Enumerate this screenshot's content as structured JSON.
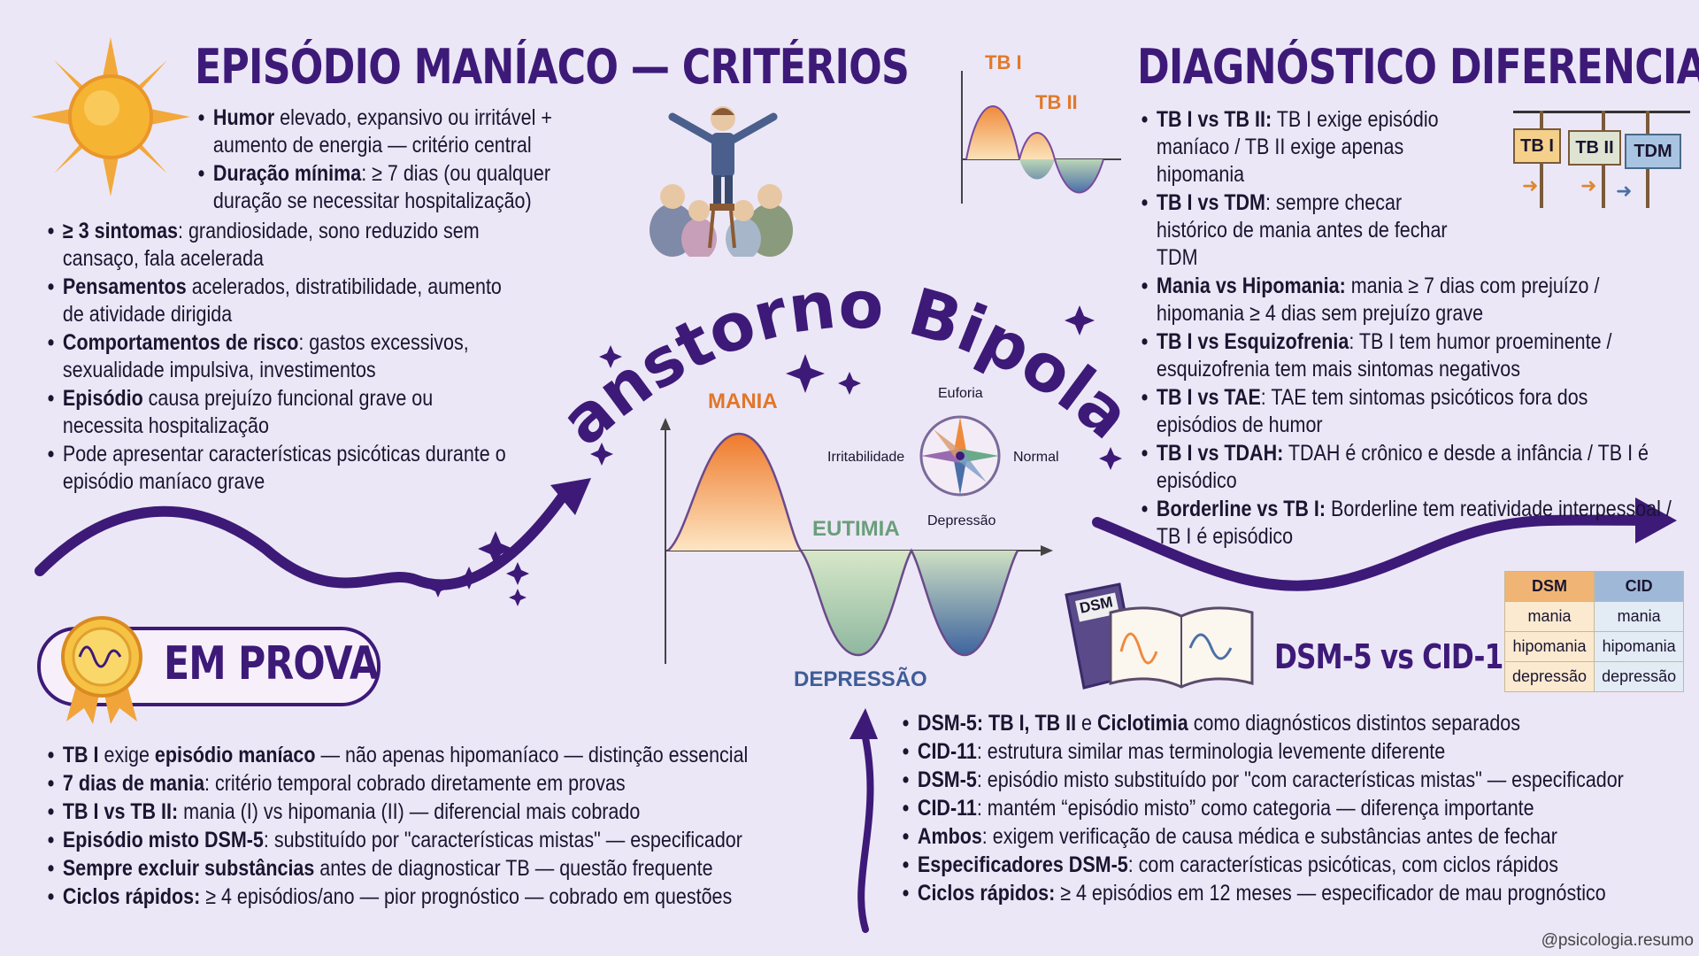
{
  "mania_section": {
    "title": "EPISÓDIO MANÍACO — CRITÉRIOS",
    "items": [
      {
        "bold": "Humor",
        "text": " elevado, expansivo ou irritável + aumento de energia — critério central"
      },
      {
        "bold": "Duração mínima",
        "text": ": ≥ 7 dias (ou qualquer duração se necessitar hospitalização)"
      },
      {
        "bold": "≥ 3 sintomas",
        "text": ": grandiosidade, sono reduzido sem cansaço, fala acelerada"
      },
      {
        "bold": "Pensamentos",
        "text": " acelerados, distratibilidade, aumento de atividade dirigida"
      },
      {
        "bold": "Comportamentos de risco",
        "text": ": gastos excessivos, sexualidade impulsiva, investimentos"
      },
      {
        "bold": "Episódio",
        "text": " causa prejuízo funcional grave ou necessita hospitalização"
      },
      {
        "bold": "",
        "text": "Pode apresentar características psicóticas durante o episódio maníaco grave"
      }
    ]
  },
  "diff_section": {
    "title": "DIAGNÓSTICO DIFERENCIAL",
    "items": [
      {
        "bold": "TB I vs TB II:",
        "text": " TB I exige episódio maníaco / TB II exige apenas hipomania"
      },
      {
        "bold": "TB I vs TDM",
        "text": ": sempre checar histórico de mania antes de fechar TDM"
      },
      {
        "bold": "Mania vs Hipomania:",
        "text": " mania ≥ 7 dias com prejuízo / hipomania ≥ 4 dias sem prejuízo grave"
      },
      {
        "bold": "TB I vs Esquizofrenia",
        "text": ": TB I tem humor proeminente / esquizofrenia tem mais sintomas negativos"
      },
      {
        "bold": "TB I vs TAE",
        "text": ": TAE tem sintomas psicóticos fora dos episódios de humor"
      },
      {
        "bold": "TB I vs TDAH:",
        "text": " TDAH é crônico e desde a infância / TB I é episódico"
      },
      {
        "bold": "Borderline vs TB I:",
        "text": " Borderline tem reatividade interpessoal / TB I é episódico"
      }
    ],
    "mini_chart": {
      "tb1": "TB I",
      "tb2": "TB II"
    },
    "signs": {
      "s1": "TB I",
      "s2": "TB II",
      "s3": "TDM"
    }
  },
  "center": {
    "title": "Transtorno Bipolar I",
    "mania": "MANIA",
    "eutimia": "EUTIMIA",
    "depressao": "DEPRESSÃO",
    "compass": {
      "top": "Euforia",
      "left": "Irritabilidade",
      "right": "Normal",
      "bottom": "Depressão"
    }
  },
  "prova_section": {
    "title": "EM PROVA",
    "items": [
      {
        "bold": "TB I",
        "text": " exige ",
        "bold2": "episódio maníaco",
        "text2": " — não apenas hipomaníaco — distinção essencial"
      },
      {
        "bold": "7 dias de mania",
        "text": ": critério temporal cobrado diretamente em provas",
        "bold2": "",
        "text2": ""
      },
      {
        "bold": "TB I vs TB II:",
        "text": " mania (I) vs hipomania (II) — diferencial mais cobrado",
        "bold2": "",
        "text2": ""
      },
      {
        "bold": "Episódio misto DSM-5",
        "text": ": substituído por \"características mistas\" — especificador",
        "bold2": "",
        "text2": ""
      },
      {
        "bold": "Sempre excluir substâncias",
        "text": " antes de diagnosticar TB — questão frequente",
        "bold2": "",
        "text2": ""
      },
      {
        "bold": "Ciclos rápidos:",
        "text": " ≥ 4 episódios/ano — pior prognóstico — cobrado em questões",
        "bold2": "",
        "text2": ""
      }
    ]
  },
  "dsm_section": {
    "title": "DSM-5 vs CID-11",
    "book_label": "DSM",
    "table": {
      "headers": [
        "DSM",
        "CID"
      ],
      "rows": [
        [
          "mania",
          "mania"
        ],
        [
          "hipomania",
          "hipomania"
        ],
        [
          "depressão",
          "depressão"
        ]
      ]
    },
    "items": [
      {
        "bold": "DSM-5: TB I, TB II",
        "text": " e ",
        "bold2": "Ciclotimia",
        "text2": " como diagnósticos distintos separados"
      },
      {
        "bold": "CID-11",
        "text": ": estrutura similar mas terminologia levemente diferente",
        "bold2": "",
        "text2": ""
      },
      {
        "bold": "DSM-5",
        "text": ": episódio misto substituído por \"com características mistas\" — especificador",
        "bold2": "",
        "text2": ""
      },
      {
        "bold": "CID-11",
        "text": ": mantém “episódio misto” como categoria — diferença importante",
        "bold2": "",
        "text2": ""
      },
      {
        "bold": "Ambos",
        "text": ": exigem verificação de causa médica e substâncias antes de fechar",
        "bold2": "",
        "text2": ""
      },
      {
        "bold": "Especificadores DSM-5",
        "text": ": com características psicóticas, com ciclos rápidos",
        "bold2": "",
        "text2": ""
      },
      {
        "bold": "Ciclos rápidos:",
        "text": " ≥ 4 episódios em 12 meses — especificador de mau prognóstico",
        "bold2": "",
        "text2": ""
      }
    ]
  },
  "footer": {
    "handle": "@psicologia.resumo"
  },
  "colors": {
    "purple": "#3d1a78",
    "mania": "#ef8a3c",
    "eutimia": "#8fbf8a",
    "depressao": "#4a6fa8"
  }
}
